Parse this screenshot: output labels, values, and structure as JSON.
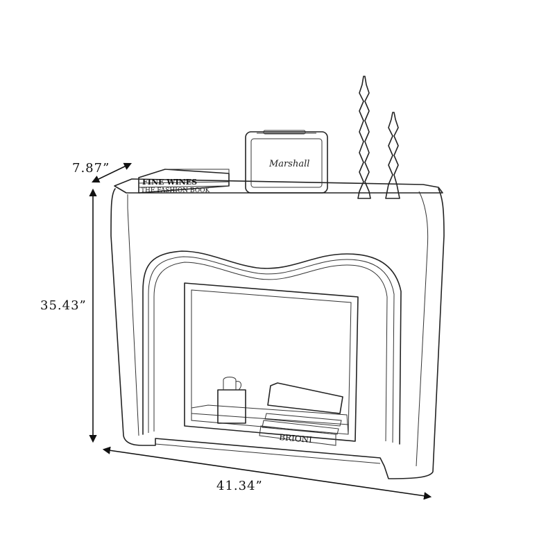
{
  "dimensions": {
    "depth": "7.87”",
    "height": "35.43”",
    "width": "41.34”"
  },
  "props": {
    "book_top_1": "FINE WINES",
    "book_top_2": "THE FASHION BOOK",
    "speaker_brand": "Marshall",
    "book_inside": "BRIONI"
  },
  "colors": {
    "line": "#222222",
    "background": "#ffffff"
  }
}
